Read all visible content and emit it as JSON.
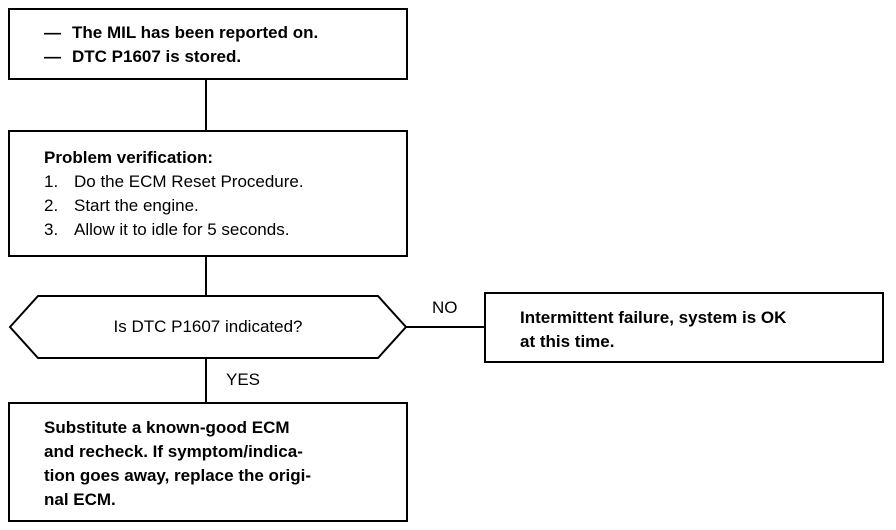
{
  "top_box": {
    "lines": [
      "The MIL has been reported on.",
      "DTC P1607 is stored."
    ],
    "bullet": "—"
  },
  "verify_box": {
    "heading": "Problem verification:",
    "steps": [
      {
        "num": "1.",
        "text": "Do the ECM Reset Procedure."
      },
      {
        "num": "2.",
        "text": "Start the engine."
      },
      {
        "num": "3.",
        "text": "Allow it to idle for 5 seconds."
      }
    ]
  },
  "decision": {
    "question": "Is DTC P1607 indicated?",
    "no_label": "NO",
    "yes_label": "YES"
  },
  "no_box": {
    "lines": [
      "Intermittent failure, system is OK",
      "at this time."
    ]
  },
  "yes_box": {
    "lines": [
      "Substitute a known-good ECM",
      "and recheck. If symptom/indica-",
      "tion goes away, replace the origi-",
      "nal ECM."
    ]
  }
}
